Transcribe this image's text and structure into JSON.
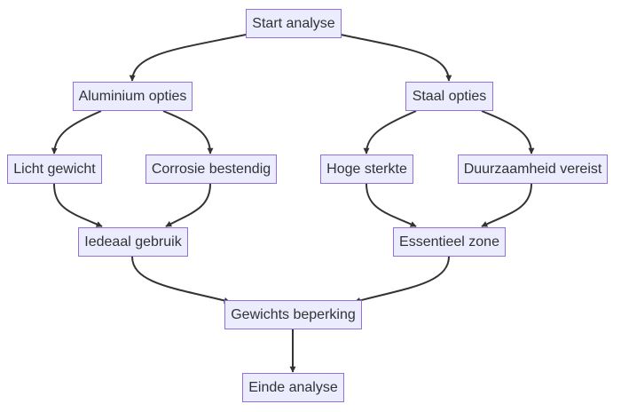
{
  "diagram": {
    "type": "flowchart",
    "direction": "top-down",
    "colors": {
      "node_fill": "#ECECFF",
      "node_border": "#9370DB",
      "text": "#333333",
      "edge": "#333333"
    },
    "nodes": [
      {
        "id": "start",
        "label": "Start analyse"
      },
      {
        "id": "alu",
        "label": "Aluminium opties"
      },
      {
        "id": "staal",
        "label": "Staal opties"
      },
      {
        "id": "licht",
        "label": "Licht gewicht"
      },
      {
        "id": "corrosie",
        "label": "Corrosie bestendig"
      },
      {
        "id": "hoge",
        "label": "Hoge sterkte"
      },
      {
        "id": "duurzaam",
        "label": "Duurzaamheid vereist"
      },
      {
        "id": "ideaal",
        "label": "Iedeaal gebruik"
      },
      {
        "id": "essentieel",
        "label": "Essentieel zone"
      },
      {
        "id": "gewicht",
        "label": "Gewichts beperking"
      },
      {
        "id": "einde",
        "label": "Einde analyse"
      }
    ],
    "edges": [
      {
        "from": "start",
        "to": "alu"
      },
      {
        "from": "start",
        "to": "staal"
      },
      {
        "from": "alu",
        "to": "licht"
      },
      {
        "from": "alu",
        "to": "corrosie"
      },
      {
        "from": "staal",
        "to": "hoge"
      },
      {
        "from": "staal",
        "to": "duurzaam"
      },
      {
        "from": "licht",
        "to": "ideaal"
      },
      {
        "from": "corrosie",
        "to": "ideaal"
      },
      {
        "from": "hoge",
        "to": "essentieel"
      },
      {
        "from": "duurzaam",
        "to": "essentieel"
      },
      {
        "from": "ideaal",
        "to": "gewicht"
      },
      {
        "from": "essentieel",
        "to": "gewicht"
      },
      {
        "from": "gewicht",
        "to": "einde"
      }
    ]
  }
}
